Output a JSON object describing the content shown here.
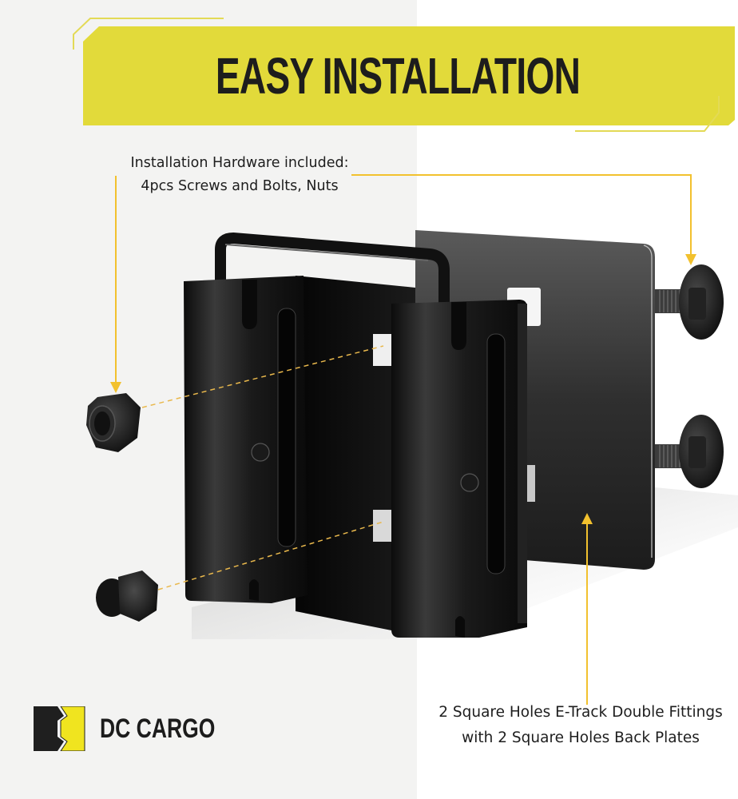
{
  "banner": {
    "title": "EASY INSTALLATION",
    "color": "#e2da3a"
  },
  "callouts": {
    "hardware": {
      "line1": "Installation Hardware included:",
      "line2": "4pcs Screws and Bolts, Nuts"
    },
    "fittings": {
      "line1": "2 Square Holes E-Track Double Fittings",
      "line2": "with 2 Square Holes Back Plates"
    }
  },
  "product": {
    "parts": [
      "nylon-lock-nut",
      "acorn-cap-nut",
      "e-track-double-fitting",
      "back-plate",
      "carriage-bolt",
      "carriage-bolt"
    ]
  },
  "brand": {
    "name": "DC CARGO",
    "colors": {
      "dark": "#1f1f1f",
      "yellow": "#f0e41f"
    }
  },
  "colors": {
    "arrow": "#f2c12e",
    "left_background": "#f3f3f2",
    "right_background": "#ffffff",
    "text": "#1e1e1e"
  }
}
